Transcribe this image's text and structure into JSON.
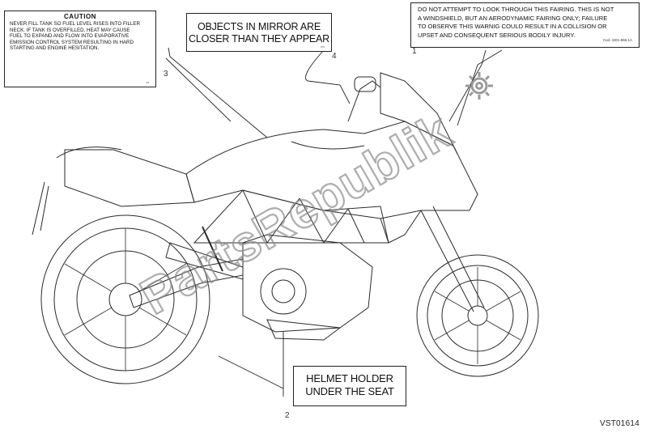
{
  "labels": {
    "caution": {
      "title": "CAUTION",
      "lines": [
        "NEVER FILL TANK SO FUEL LEVEL RISES INTO FILLER",
        "NECK. IF TANK IS OVERFILLED, HEAT MAY CAUSE",
        "FUEL TO EXPAND AND FLOW INTO EVAPORATIVE",
        "EMISSION CONTROL SYSTEM RESULTING IN HARD",
        "STARTING AND ENGINE HESITATION."
      ],
      "callout": "3"
    },
    "mirror": {
      "lines": [
        "OBJECTS IN MIRROR ARE",
        "CLOSER THAN THEY APPEAR"
      ],
      "callout": "4"
    },
    "fairing": {
      "lines": [
        "DO NOT ATTEMPT TO LOOK THROUGH THIS FAIRING. THIS IS NOT",
        "A WINDSHIELD, BUT AN AERODYNAMIC FAIRING ONLY; FAILURE",
        "TO OBSERVE THIS WARNIG COULD RESULT IN A COLLISION OR",
        "UPSET AND CONSEQUENT SERIOUS BODILY INJURY."
      ],
      "code": "Cod. 4301.866.1A",
      "callout": "1"
    },
    "helmet": {
      "lines": [
        "HELMET HOLDER",
        "UNDER THE SEAT"
      ],
      "callout": "2"
    }
  },
  "watermark": "PartsRepublik",
  "reference": "VST01614"
}
